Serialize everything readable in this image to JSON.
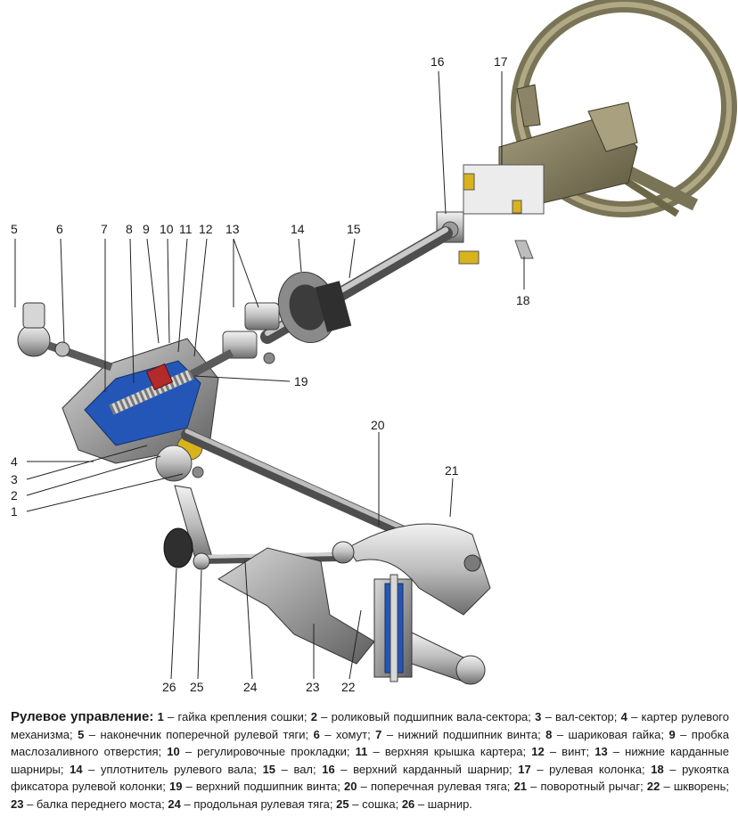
{
  "caption": {
    "title": "Рулевое управление:",
    "items": [
      {
        "n": "1",
        "text": "гайка крепления сошки"
      },
      {
        "n": "2",
        "text": "роликовый подшипник вала-сектора"
      },
      {
        "n": "3",
        "text": "вал-сектор"
      },
      {
        "n": "4",
        "text": "картер рулевого механизма"
      },
      {
        "n": "5",
        "text": "наконечник поперечной рулевой тяги"
      },
      {
        "n": "6",
        "text": "хомут"
      },
      {
        "n": "7",
        "text": "нижний подшипник винта"
      },
      {
        "n": "8",
        "text": "шариковая гайка"
      },
      {
        "n": "9",
        "text": "пробка маслозаливного отверстия"
      },
      {
        "n": "10",
        "text": "регулировочные прокладки"
      },
      {
        "n": "11",
        "text": "верхняя крышка картера"
      },
      {
        "n": "12",
        "text": "винт"
      },
      {
        "n": "13",
        "text": "нижние карданные шарниры"
      },
      {
        "n": "14",
        "text": "уплотнитель рулевого вала"
      },
      {
        "n": "15",
        "text": "вал"
      },
      {
        "n": "16",
        "text": "верхний карданный шарнир"
      },
      {
        "n": "17",
        "text": "рулевая колонка"
      },
      {
        "n": "18",
        "text": "рукоятка фиксатора рулевой колонки"
      },
      {
        "n": "19",
        "text": "верхний подшипник винта"
      },
      {
        "n": "20",
        "text": "поперечная рулевая тяга"
      },
      {
        "n": "21",
        "text": "поворотный рычаг"
      },
      {
        "n": "22",
        "text": "шкворень"
      },
      {
        "n": "23",
        "text": "балка переднего моста"
      },
      {
        "n": "24",
        "text": "продольная рулевая тяга"
      },
      {
        "n": "25",
        "text": "сошка"
      },
      {
        "n": "26",
        "text": "шарнир"
      }
    ]
  },
  "callouts": [
    "1",
    "2",
    "3",
    "4",
    "5",
    "6",
    "7",
    "8",
    "9",
    "10",
    "11",
    "12",
    "13",
    "14",
    "15",
    "16",
    "17",
    "18",
    "19",
    "20",
    "21",
    "22",
    "23",
    "24",
    "25",
    "26"
  ],
  "colors": {
    "steel": "#c9c9c9",
    "steel_dark": "#6e6e6e",
    "column_olive": "#8c8466",
    "column_dark": "#5d573f",
    "cutaway_blue": "#2456b8",
    "bushing_yellow": "#d9b31c",
    "seal_gray": "#8a8a8a"
  }
}
